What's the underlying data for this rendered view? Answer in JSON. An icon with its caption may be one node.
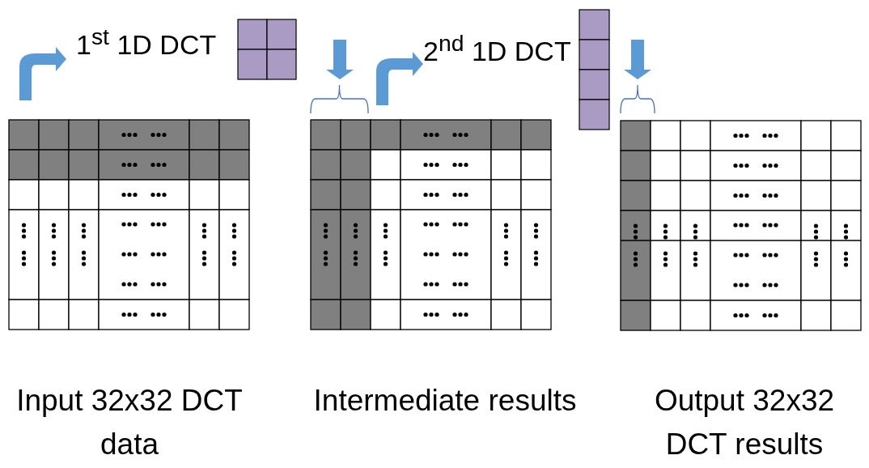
{
  "diagram": {
    "labels": [
      "1$^{st}$ 1D DCT",
      "2$^{nd}$ 1D DCT",
      "Input 32x32 DCT data",
      "Intermediate results",
      "Output 32x32 DCT results"
    ]
  }
}
